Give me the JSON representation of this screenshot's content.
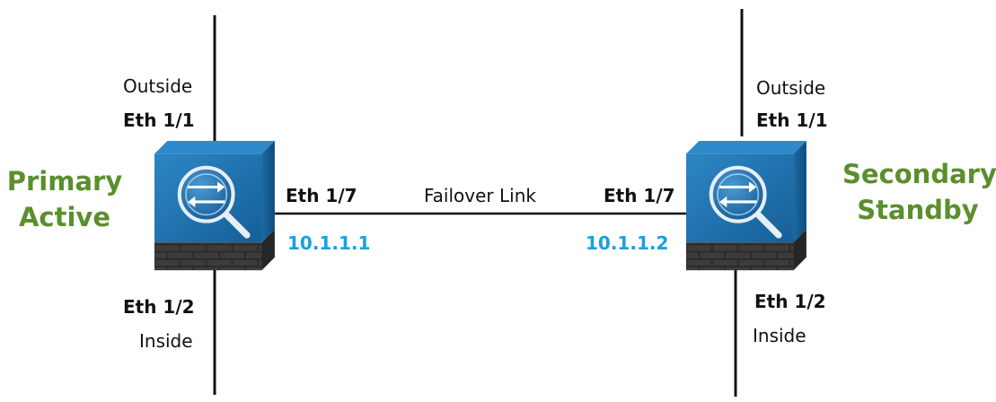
{
  "primary": {
    "role_line1": "Primary",
    "role_line2": "Active",
    "outside_name": "Outside",
    "outside_port": "Eth 1/1",
    "failover_port": "Eth 1/7",
    "failover_ip": "10.1.1.1",
    "inside_port": "Eth 1/2",
    "inside_name": "Inside"
  },
  "secondary": {
    "role_line1": "Secondary",
    "role_line2": "Standby",
    "outside_name": "Outside",
    "outside_port": "Eth 1/1",
    "failover_port": "Eth 1/7",
    "failover_ip": "10.1.1.2",
    "inside_port": "Eth 1/2",
    "inside_name": "Inside"
  },
  "link": {
    "label": "Failover Link"
  },
  "colors": {
    "role": "#5a8f2c",
    "ip": "#19a0e0",
    "device": "#1b6fa8",
    "line": "#111111"
  },
  "icons": {
    "device": "firewall-icon"
  }
}
